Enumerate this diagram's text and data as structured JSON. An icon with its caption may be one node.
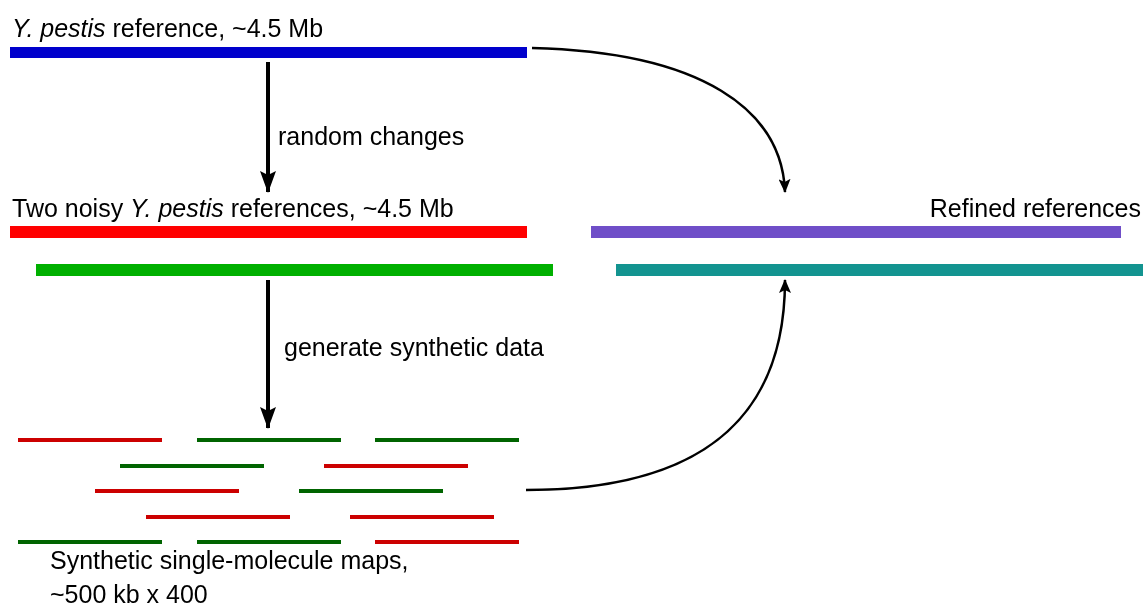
{
  "diagram": {
    "nodes": [
      {
        "text": [
          "*Y. pestis* reference, ~4.5 Mb"
        ]
      },
      {
        "text": [
          "Two noisy *Y. pestis* references, ~4.5 Mb"
        ]
      },
      {
        "text": [
          "Refined references"
        ]
      },
      {
        "text": [
          "Synthetic single-molecule maps, ~500 kb x 400"
        ]
      }
    ],
    "edges": [
      {
        "from": 0,
        "to": 1,
        "arrow": "to",
        "label": "random changes"
      },
      {
        "from": 1,
        "to": 3,
        "arrow": "to",
        "label": "generate synthetic data"
      },
      {
        "from": 0,
        "to": 2,
        "arrow": "to"
      },
      {
        "from": 3,
        "to": 2,
        "arrow": "to"
      }
    ]
  }
}
